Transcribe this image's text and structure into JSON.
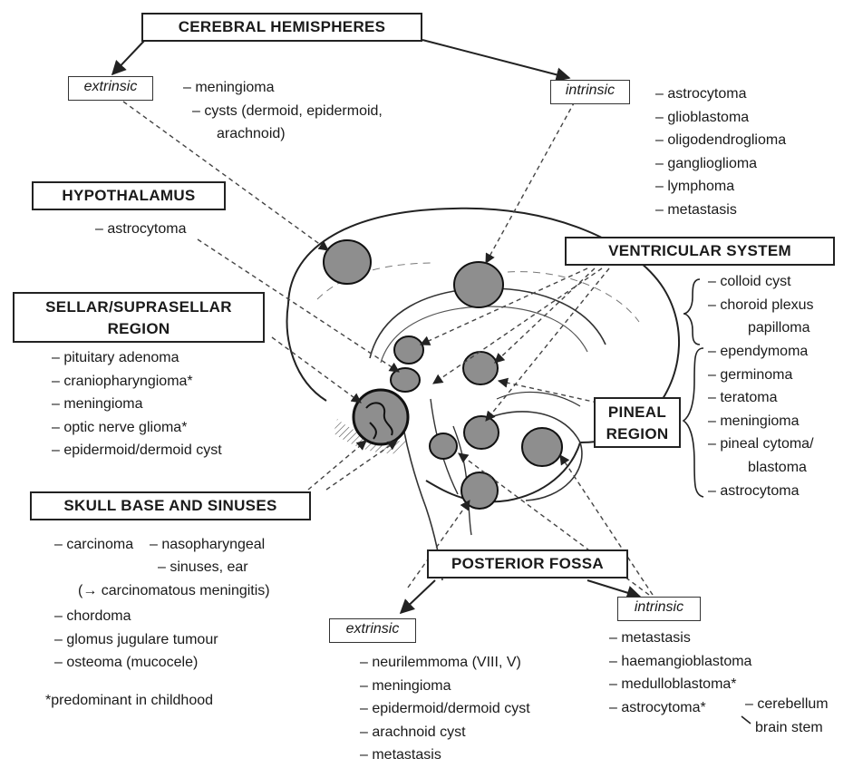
{
  "cerebral": {
    "title": "CEREBRAL HEMISPHERES",
    "extrinsic_label": "extrinsic",
    "intrinsic_label": "intrinsic",
    "extrinsic_items": [
      "– meningioma",
      "– cysts (dermoid, epidermoid,",
      "arachnoid)"
    ],
    "intrinsic_items": [
      "– astrocytoma",
      "– glioblastoma",
      "– oligodendroglioma",
      "– ganglioglioma",
      "– lymphoma",
      "– metastasis"
    ]
  },
  "hypothalamus": {
    "title": "HYPOTHALAMUS",
    "items": [
      "– astrocytoma"
    ]
  },
  "sellar": {
    "title_line1": "SELLAR/SUPRASELLAR",
    "title_line2": "REGION",
    "items": [
      "– pituitary adenoma",
      "– craniopharyngioma*",
      "– meningioma",
      "– optic nerve glioma*",
      "– epidermoid/dermoid cyst"
    ]
  },
  "skull_base": {
    "title": "SKULL BASE AND SINUSES",
    "carcinoma": "– carcinoma",
    "nasopharyngeal": "– nasopharyngeal",
    "sinuses": "– sinuses, ear",
    "meningitis": "(→ carcinomatous meningitis)",
    "items": [
      "– chordoma",
      "– glomus jugulare tumour",
      "– osteoma (mucocele)"
    ]
  },
  "footnote": "*predominant in childhood",
  "ventricular": {
    "title": "VENTRICULAR SYSTEM",
    "items": [
      "– colloid cyst",
      "– choroid plexus",
      "papilloma"
    ]
  },
  "pineal": {
    "title_line1": "PINEAL",
    "title_line2": "REGION",
    "items": [
      "– ependymoma",
      "– germinoma",
      "– teratoma",
      "– meningioma",
      "– pineal cytoma/",
      "blastoma",
      "– astrocytoma"
    ]
  },
  "posterior": {
    "title": "POSTERIOR FOSSA",
    "extrinsic_label": "extrinsic",
    "intrinsic_label": "intrinsic",
    "extrinsic_items": [
      "– neurilemmoma (VIII, V)",
      "– meningioma",
      "– epidermoid/dermoid cyst",
      "– arachnoid cyst",
      "– metastasis"
    ],
    "intrinsic_items": [
      "– metastasis",
      "– haemangioblastoma",
      "– medulloblastoma*",
      "– astrocytoma*"
    ],
    "cerebellum": "– cerebellum",
    "brain_stem": "brain stem"
  }
}
